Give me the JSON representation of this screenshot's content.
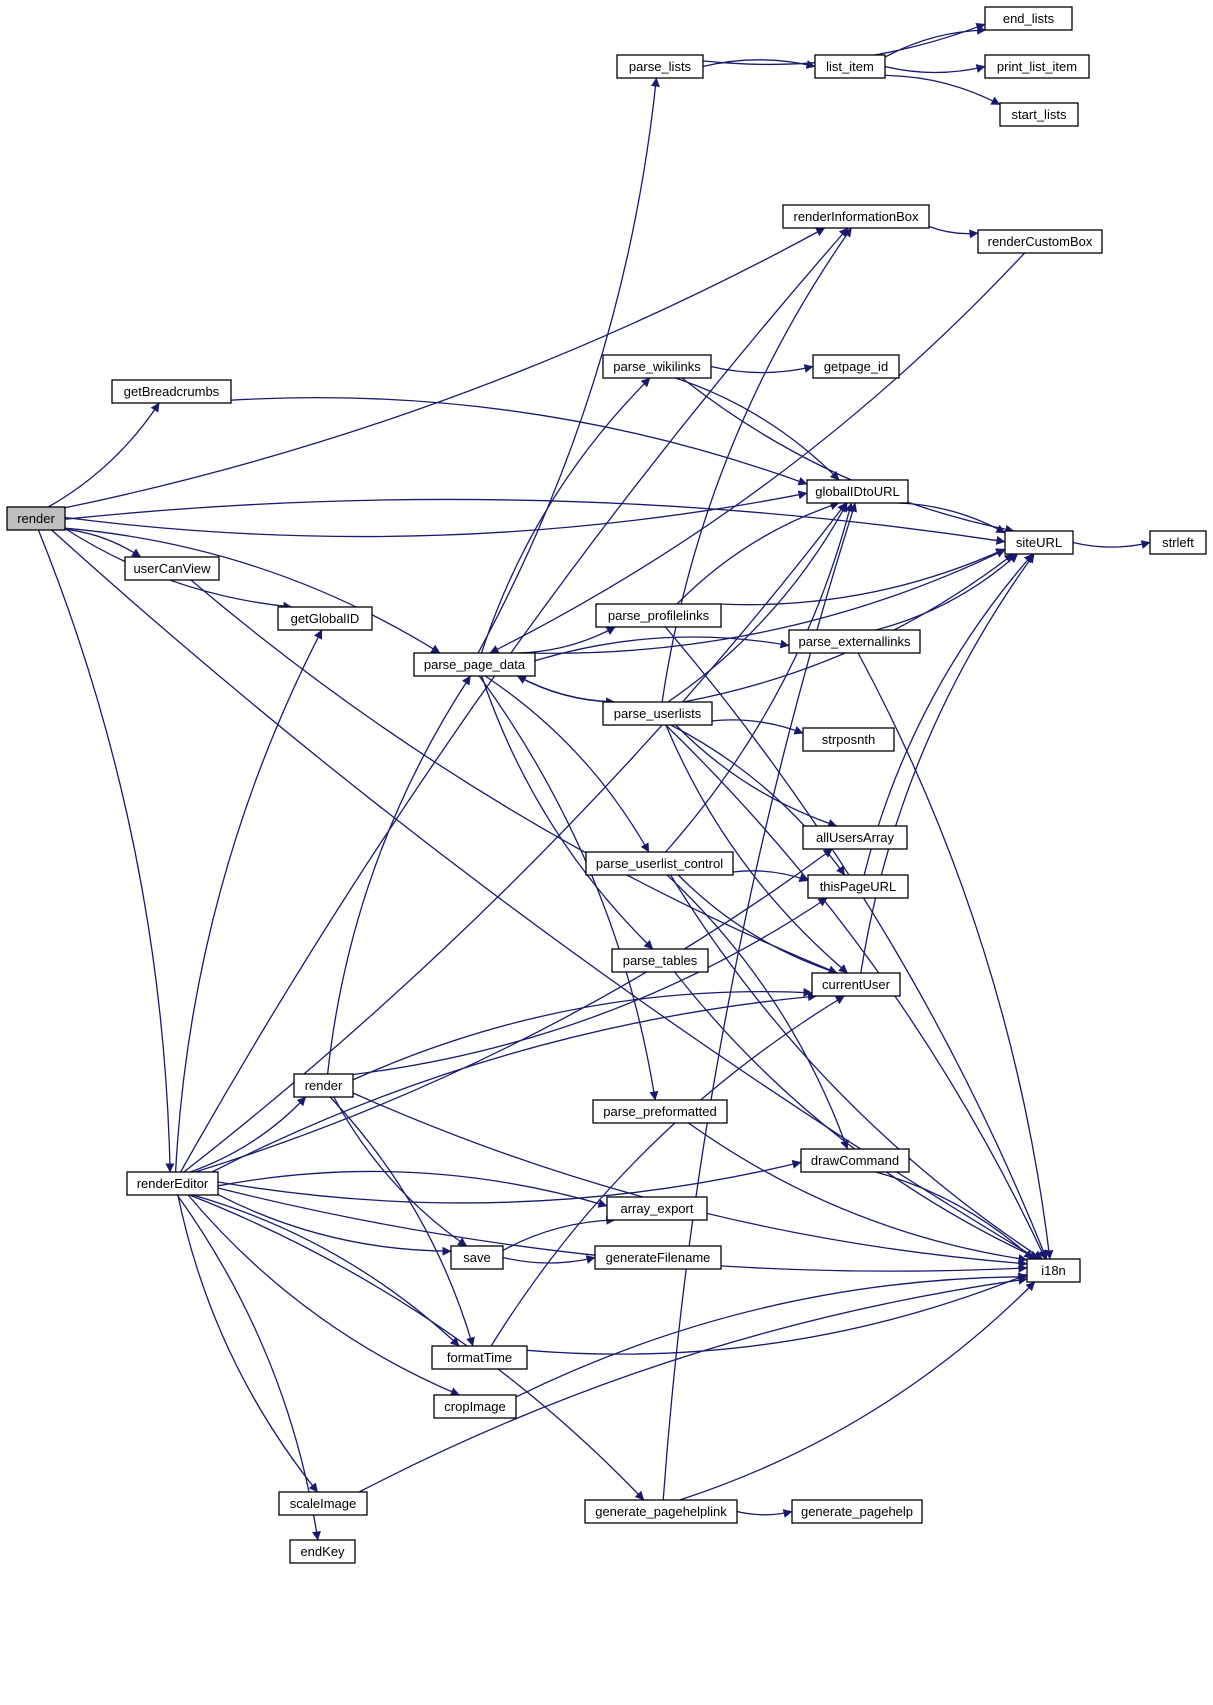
{
  "graph": {
    "edge_color": "#191970",
    "root_fill": "#bfbfbf",
    "nodes": [
      {
        "id": "render_main",
        "label": "render",
        "root": true
      },
      {
        "id": "getBreadcrumbs",
        "label": "getBreadcrumbs"
      },
      {
        "id": "userCanView",
        "label": "userCanView"
      },
      {
        "id": "getGlobalID",
        "label": "getGlobalID"
      },
      {
        "id": "renderEditor",
        "label": "renderEditor"
      },
      {
        "id": "parse_lists",
        "label": "parse_lists"
      },
      {
        "id": "list_item",
        "label": "list_item"
      },
      {
        "id": "end_lists",
        "label": "end_lists"
      },
      {
        "id": "print_list_item",
        "label": "print_list_item"
      },
      {
        "id": "start_lists",
        "label": "start_lists"
      },
      {
        "id": "renderInformationBox",
        "label": "renderInformationBox"
      },
      {
        "id": "renderCustomBox",
        "label": "renderCustomBox"
      },
      {
        "id": "parse_wikilinks",
        "label": "parse_wikilinks"
      },
      {
        "id": "getpage_id",
        "label": "getpage_id"
      },
      {
        "id": "globalIDtoURL",
        "label": "globalIDtoURL"
      },
      {
        "id": "siteURL",
        "label": "siteURL"
      },
      {
        "id": "strleft",
        "label": "strleft"
      },
      {
        "id": "parse_profilelinks",
        "label": "parse_profilelinks"
      },
      {
        "id": "parse_externallinks",
        "label": "parse_externallinks"
      },
      {
        "id": "parse_page_data",
        "label": "parse_page_data"
      },
      {
        "id": "parse_userlists",
        "label": "parse_userlists"
      },
      {
        "id": "strposnth",
        "label": "strposnth"
      },
      {
        "id": "allUsersArray",
        "label": "allUsersArray"
      },
      {
        "id": "parse_userlist_control",
        "label": "parse_userlist_control"
      },
      {
        "id": "thisPageURL",
        "label": "thisPageURL"
      },
      {
        "id": "parse_tables",
        "label": "parse_tables"
      },
      {
        "id": "currentUser",
        "label": "currentUser"
      },
      {
        "id": "render2",
        "label": "render"
      },
      {
        "id": "parse_preformatted",
        "label": "parse_preformatted"
      },
      {
        "id": "drawCommand",
        "label": "drawCommand"
      },
      {
        "id": "array_export",
        "label": "array_export"
      },
      {
        "id": "save",
        "label": "save"
      },
      {
        "id": "generateFilename",
        "label": "generateFilename"
      },
      {
        "id": "i18n",
        "label": "i18n"
      },
      {
        "id": "formatTime",
        "label": "formatTime"
      },
      {
        "id": "cropImage",
        "label": "cropImage"
      },
      {
        "id": "generate_pagehelplink",
        "label": "generate_pagehelplink"
      },
      {
        "id": "generate_pagehelp",
        "label": "generate_pagehelp"
      },
      {
        "id": "scaleImage",
        "label": "scaleImage"
      },
      {
        "id": "endKey",
        "label": "endKey"
      }
    ],
    "edges": [
      {
        "from": "render_main",
        "to": "getBreadcrumbs"
      },
      {
        "from": "render_main",
        "to": "userCanView"
      },
      {
        "from": "render_main",
        "to": "getGlobalID"
      },
      {
        "from": "render_main",
        "to": "renderEditor"
      },
      {
        "from": "render_main",
        "to": "renderInformationBox"
      },
      {
        "from": "render_main",
        "to": "siteURL"
      },
      {
        "from": "render_main",
        "to": "globalIDtoURL"
      },
      {
        "from": "render_main",
        "to": "parse_page_data"
      },
      {
        "from": "render_main",
        "to": "i18n"
      },
      {
        "from": "getBreadcrumbs",
        "to": "globalIDtoURL"
      },
      {
        "from": "userCanView",
        "to": "currentUser"
      },
      {
        "from": "parse_lists",
        "to": "list_item"
      },
      {
        "from": "parse_lists",
        "to": "end_lists"
      },
      {
        "from": "list_item",
        "to": "end_lists"
      },
      {
        "from": "list_item",
        "to": "print_list_item"
      },
      {
        "from": "list_item",
        "to": "start_lists"
      },
      {
        "from": "renderInformationBox",
        "to": "renderCustomBox"
      },
      {
        "from": "renderCustomBox",
        "to": "parse_page_data"
      },
      {
        "from": "parse_wikilinks",
        "to": "getpage_id"
      },
      {
        "from": "parse_wikilinks",
        "to": "globalIDtoURL"
      },
      {
        "from": "parse_wikilinks",
        "to": "siteURL"
      },
      {
        "from": "globalIDtoURL",
        "to": "siteURL"
      },
      {
        "from": "siteURL",
        "to": "strleft"
      },
      {
        "from": "parse_profilelinks",
        "to": "globalIDtoURL"
      },
      {
        "from": "parse_profilelinks",
        "to": "siteURL"
      },
      {
        "from": "parse_profilelinks",
        "to": "i18n"
      },
      {
        "from": "parse_externallinks",
        "to": "siteURL"
      },
      {
        "from": "parse_externallinks",
        "to": "i18n"
      },
      {
        "from": "parse_page_data",
        "to": "parse_lists"
      },
      {
        "from": "parse_page_data",
        "to": "parse_wikilinks"
      },
      {
        "from": "parse_page_data",
        "to": "parse_profilelinks"
      },
      {
        "from": "parse_page_data",
        "to": "parse_externallinks"
      },
      {
        "from": "parse_page_data",
        "to": "parse_userlists"
      },
      {
        "from": "parse_page_data",
        "to": "parse_userlist_control"
      },
      {
        "from": "parse_page_data",
        "to": "parse_tables"
      },
      {
        "from": "parse_page_data",
        "to": "parse_preformatted"
      },
      {
        "from": "parse_page_data",
        "to": "siteURL"
      },
      {
        "from": "parse_userlists",
        "to": "parse_page_data"
      },
      {
        "from": "parse_userlists",
        "to": "globalIDtoURL"
      },
      {
        "from": "parse_userlists",
        "to": "renderInformationBox"
      },
      {
        "from": "parse_userlists",
        "to": "siteURL"
      },
      {
        "from": "parse_userlists",
        "to": "strposnth"
      },
      {
        "from": "parse_userlists",
        "to": "allUsersArray"
      },
      {
        "from": "parse_userlists",
        "to": "thisPageURL"
      },
      {
        "from": "parse_userlists",
        "to": "currentUser"
      },
      {
        "from": "parse_userlists",
        "to": "i18n"
      },
      {
        "from": "parse_userlist_control",
        "to": "globalIDtoURL"
      },
      {
        "from": "parse_userlist_control",
        "to": "thisPageURL"
      },
      {
        "from": "parse_userlist_control",
        "to": "currentUser"
      },
      {
        "from": "parse_userlist_control",
        "to": "drawCommand"
      },
      {
        "from": "parse_userlist_control",
        "to": "i18n"
      },
      {
        "from": "thisPageURL",
        "to": "siteURL"
      },
      {
        "from": "parse_tables",
        "to": "i18n"
      },
      {
        "from": "currentUser",
        "to": "siteURL"
      },
      {
        "from": "parse_preformatted",
        "to": "i18n"
      },
      {
        "from": "drawCommand",
        "to": "i18n"
      },
      {
        "from": "renderEditor",
        "to": "render2"
      },
      {
        "from": "renderEditor",
        "to": "getGlobalID"
      },
      {
        "from": "renderEditor",
        "to": "globalIDtoURL"
      },
      {
        "from": "renderEditor",
        "to": "renderInformationBox"
      },
      {
        "from": "renderEditor",
        "to": "allUsersArray"
      },
      {
        "from": "renderEditor",
        "to": "currentUser"
      },
      {
        "from": "renderEditor",
        "to": "drawCommand"
      },
      {
        "from": "renderEditor",
        "to": "array_export"
      },
      {
        "from": "renderEditor",
        "to": "save"
      },
      {
        "from": "renderEditor",
        "to": "formatTime"
      },
      {
        "from": "renderEditor",
        "to": "cropImage"
      },
      {
        "from": "renderEditor",
        "to": "generate_pagehelplink"
      },
      {
        "from": "renderEditor",
        "to": "scaleImage"
      },
      {
        "from": "renderEditor",
        "to": "endKey"
      },
      {
        "from": "renderEditor",
        "to": "i18n"
      },
      {
        "from": "render2",
        "to": "parse_page_data"
      },
      {
        "from": "render2",
        "to": "thisPageURL"
      },
      {
        "from": "render2",
        "to": "currentUser"
      },
      {
        "from": "render2",
        "to": "save"
      },
      {
        "from": "render2",
        "to": "formatTime"
      },
      {
        "from": "render2",
        "to": "i18n"
      },
      {
        "from": "save",
        "to": "array_export"
      },
      {
        "from": "save",
        "to": "generateFilename"
      },
      {
        "from": "formatTime",
        "to": "currentUser"
      },
      {
        "from": "formatTime",
        "to": "i18n"
      },
      {
        "from": "cropImage",
        "to": "i18n"
      },
      {
        "from": "generate_pagehelplink",
        "to": "generate_pagehelp"
      },
      {
        "from": "generate_pagehelplink",
        "to": "globalIDtoURL"
      },
      {
        "from": "generate_pagehelplink",
        "to": "i18n"
      },
      {
        "from": "scaleImage",
        "to": "i18n"
      }
    ]
  }
}
